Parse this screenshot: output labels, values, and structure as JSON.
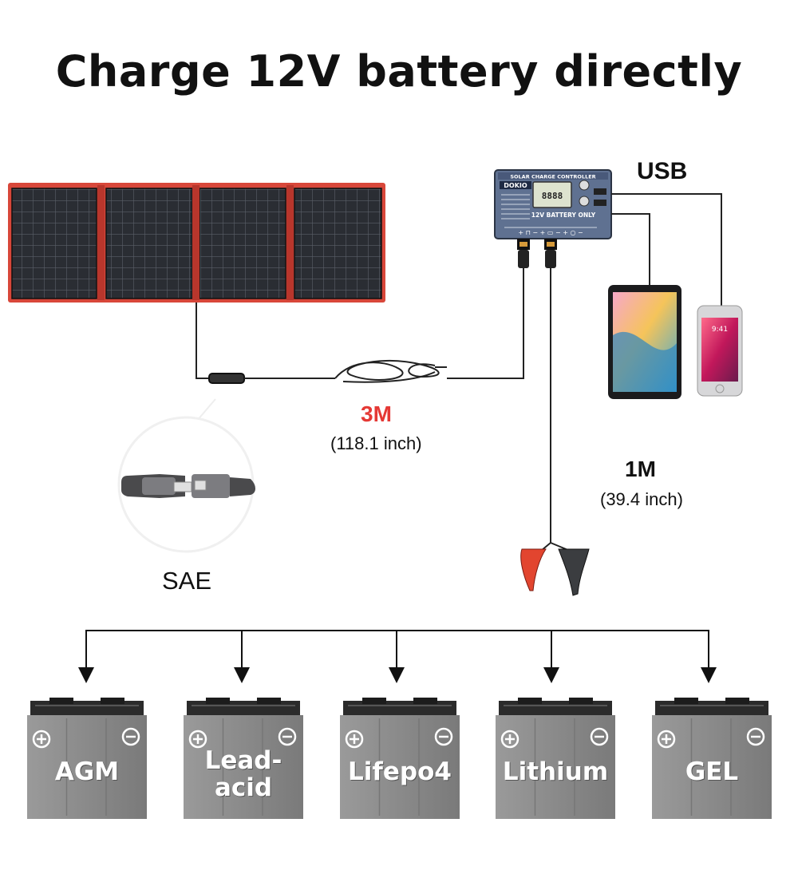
{
  "title": "Charge 12V battery directly",
  "labels": {
    "usb": "USB",
    "cable_3m_length": "3M",
    "cable_3m_inch": "(118.1 inch)",
    "cable_1m_length": "1M",
    "cable_1m_inch": "(39.4 inch)",
    "connector": "SAE"
  },
  "controller": {
    "header": "SOLAR CHARGE CONTROLLER",
    "brand": "DOKIO",
    "display": "8888",
    "battery_note": "12V BATTERY ONLY"
  },
  "phone_time": "9:41",
  "batteries": [
    {
      "line1": "AGM",
      "line2": ""
    },
    {
      "line1": "Lead-",
      "line2": "acid"
    },
    {
      "line1": "Lifepo4",
      "line2": ""
    },
    {
      "line1": "Lithium",
      "line2": ""
    },
    {
      "line1": "GEL",
      "line2": ""
    }
  ],
  "colors": {
    "panel_frame": "#d8473a",
    "accent_red": "#e53935",
    "battery_gray": "#8c8c8c",
    "controller_blue": "#5f7191"
  }
}
